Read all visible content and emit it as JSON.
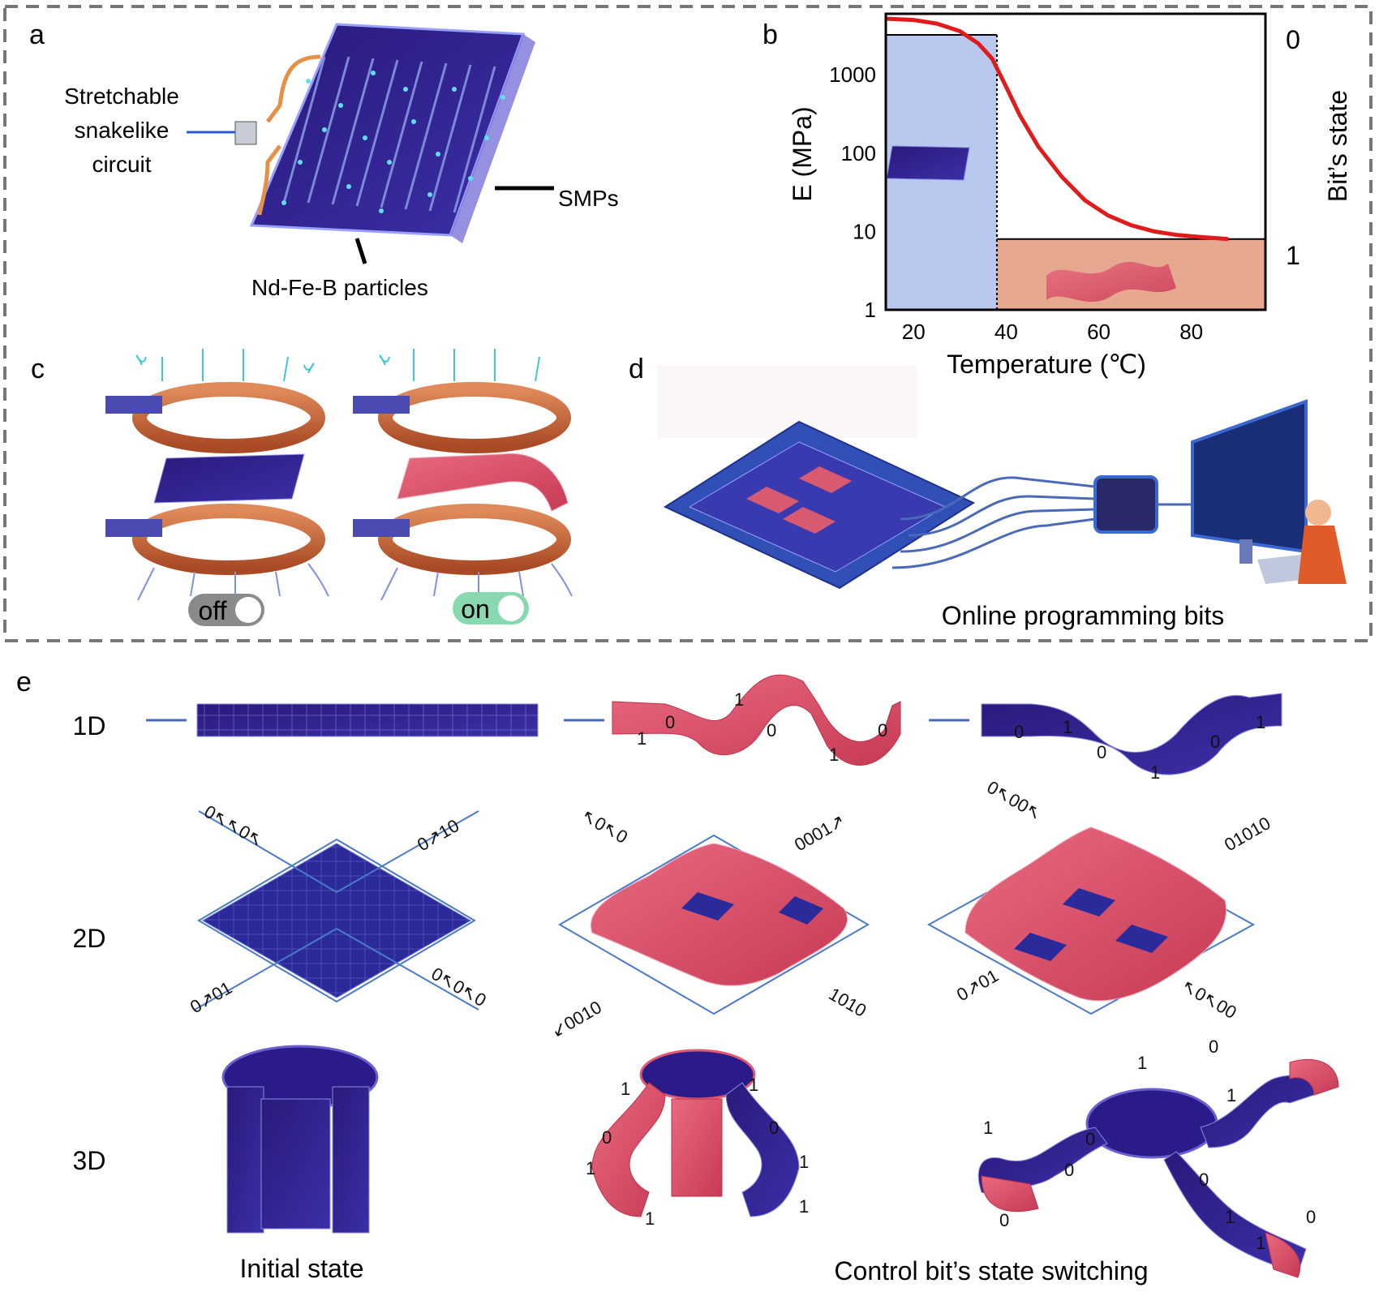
{
  "panels": {
    "a": {
      "letter": "a",
      "label_circuit_lines": [
        "Stretchable",
        "snakelike",
        "circuit"
      ],
      "label_smps": "SMPs",
      "label_particles": "Nd-Fe-B particles"
    },
    "b": {
      "letter": "b",
      "ylabel": "E (MPa)",
      "xlabel": "Temperature (℃)",
      "right_label": "Bit’s state",
      "right_ticks": [
        "0",
        "1"
      ]
    },
    "c": {
      "letter": "c",
      "switch_off": "off",
      "switch_on": "on"
    },
    "d": {
      "letter": "d",
      "caption": "Online programming bits"
    },
    "e": {
      "letter": "e",
      "rows": [
        "1D",
        "2D",
        "3D"
      ],
      "caption_initial": "Initial state",
      "caption_switching": "Control bit’s state switching",
      "bits_1d_mid": [
        "1",
        "0",
        "1",
        "0",
        "1",
        "0"
      ],
      "bits_1d_right": [
        "0",
        "1",
        "0",
        "1",
        "0",
        "1"
      ],
      "bits_2d_left": [
        "0↖↖0↖",
        "0↗10",
        "0↗01",
        "0↖0↖0"
      ],
      "bits_2d_mid": [
        "↖0↖0",
        "0001↗",
        "↙0010",
        "1010"
      ],
      "bits_2d_right": [
        "0↖00↖",
        "01010",
        "0↗01",
        "↖0↖00"
      ],
      "bits_3d_mid": [
        "1",
        "0",
        "1",
        "1",
        "0",
        "1",
        "1",
        "1"
      ],
      "bits_3d_right": [
        "1",
        "0",
        "1",
        "0",
        "1",
        "0",
        "0",
        "0",
        "1",
        "1",
        "0"
      ]
    }
  },
  "chart_data": {
    "type": "line",
    "title": "",
    "xlabel": "Temperature (℃)",
    "ylabel": "E (MPa)",
    "yscale": "log",
    "xlim": [
      14,
      96
    ],
    "ylim": [
      1,
      6000
    ],
    "xticks": [
      20,
      40,
      60,
      80
    ],
    "yticks": [
      1,
      10,
      100,
      1000
    ],
    "series": [
      {
        "x": [
          14,
          20,
          25,
          30,
          34,
          37,
          40,
          43,
          47,
          52,
          57,
          62,
          67,
          72,
          77,
          82,
          88
        ],
        "y": [
          5200,
          5000,
          4500,
          3600,
          2500,
          1600,
          700,
          300,
          120,
          50,
          25,
          16,
          12,
          10,
          9,
          8.5,
          8
        ]
      }
    ],
    "colors": {
      "curve": "#e01b1b",
      "state0_fill": "#b8c8ee",
      "state1_fill": "#e7a890"
    }
  }
}
